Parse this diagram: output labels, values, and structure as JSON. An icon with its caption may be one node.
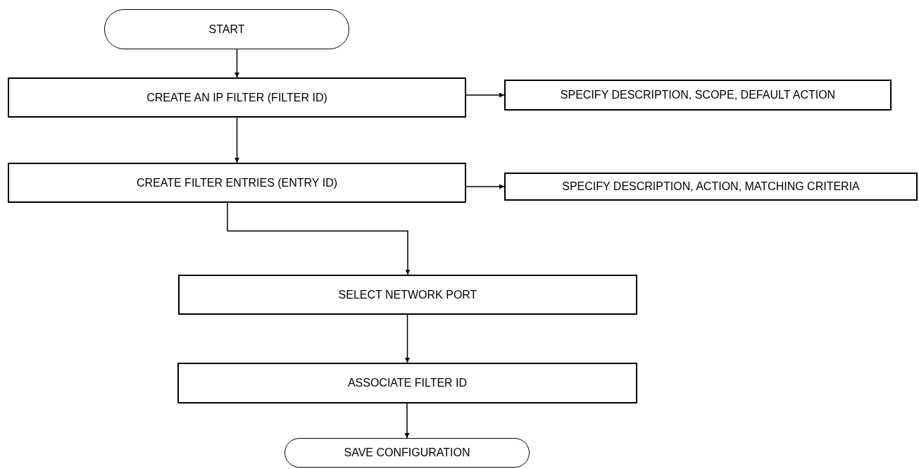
{
  "diagram": {
    "nodes": [
      {
        "text": [
          "START"
        ]
      },
      {
        "text": [
          "CREATE AN IP FILTER (FILTER ID)"
        ]
      },
      {
        "text": [
          "SPECIFY DESCRIPTION, SCOPE, DEFAULT ACTION"
        ]
      },
      {
        "text": [
          "CREATE FILTER ENTRIES (ENTRY ID)"
        ]
      },
      {
        "text": [
          "SPECIFY DESCRIPTION, ACTION, MATCHING CRITERIA"
        ]
      },
      {
        "text": [
          "SELECT NETWORK PORT"
        ]
      },
      {
        "text": [
          "ASSOCIATE FILTER ID"
        ]
      },
      {
        "text": [
          "SAVE CONFIGURATION"
        ]
      }
    ],
    "edges": [
      {
        "from": 0,
        "to": 1,
        "arrow": "to"
      },
      {
        "from": 1,
        "to": 2,
        "arrow": "to"
      },
      {
        "from": 1,
        "to": 3,
        "arrow": "to"
      },
      {
        "from": 3,
        "to": 4,
        "arrow": "to"
      },
      {
        "from": 3,
        "to": 5,
        "arrow": "to"
      },
      {
        "from": 5,
        "to": 6,
        "arrow": "to"
      },
      {
        "from": 6,
        "to": 7,
        "arrow": "to"
      }
    ]
  }
}
